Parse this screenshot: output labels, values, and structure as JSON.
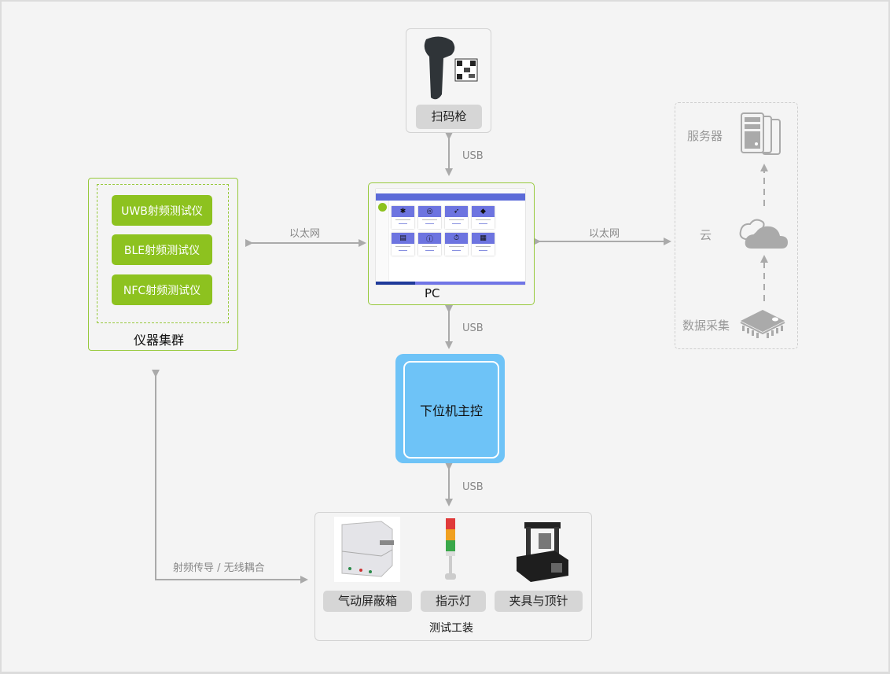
{
  "scanner": {
    "label": "扫码枪",
    "link_label": "USB"
  },
  "pc": {
    "label": "PC",
    "usb_down_label": "USB"
  },
  "cluster": {
    "title": "仪器集群",
    "instruments": [
      "UWB射频测试仪",
      "BLE射频测试仪",
      "NFC射频测试仪"
    ],
    "link_label": "以太网"
  },
  "cloud_side": {
    "link_label": "以太网",
    "server_label": "服务器",
    "cloud_label": "云",
    "collect_label": "数据采集"
  },
  "mcu": {
    "label": "下位机主控",
    "usb_label": "USB"
  },
  "fixtures": {
    "title": "测试工装",
    "items": [
      "气动屏蔽箱",
      "指示灯",
      "夹具与顶针"
    ]
  },
  "rf_link": {
    "label": "射频传导 / 无线耦合"
  },
  "colors": {
    "green": "#8dc21f",
    "green_border": "#97c93c",
    "blue": "#6ec3f7",
    "arrow": "#aaaaaa",
    "screen_accent": "#5c6bd8"
  }
}
